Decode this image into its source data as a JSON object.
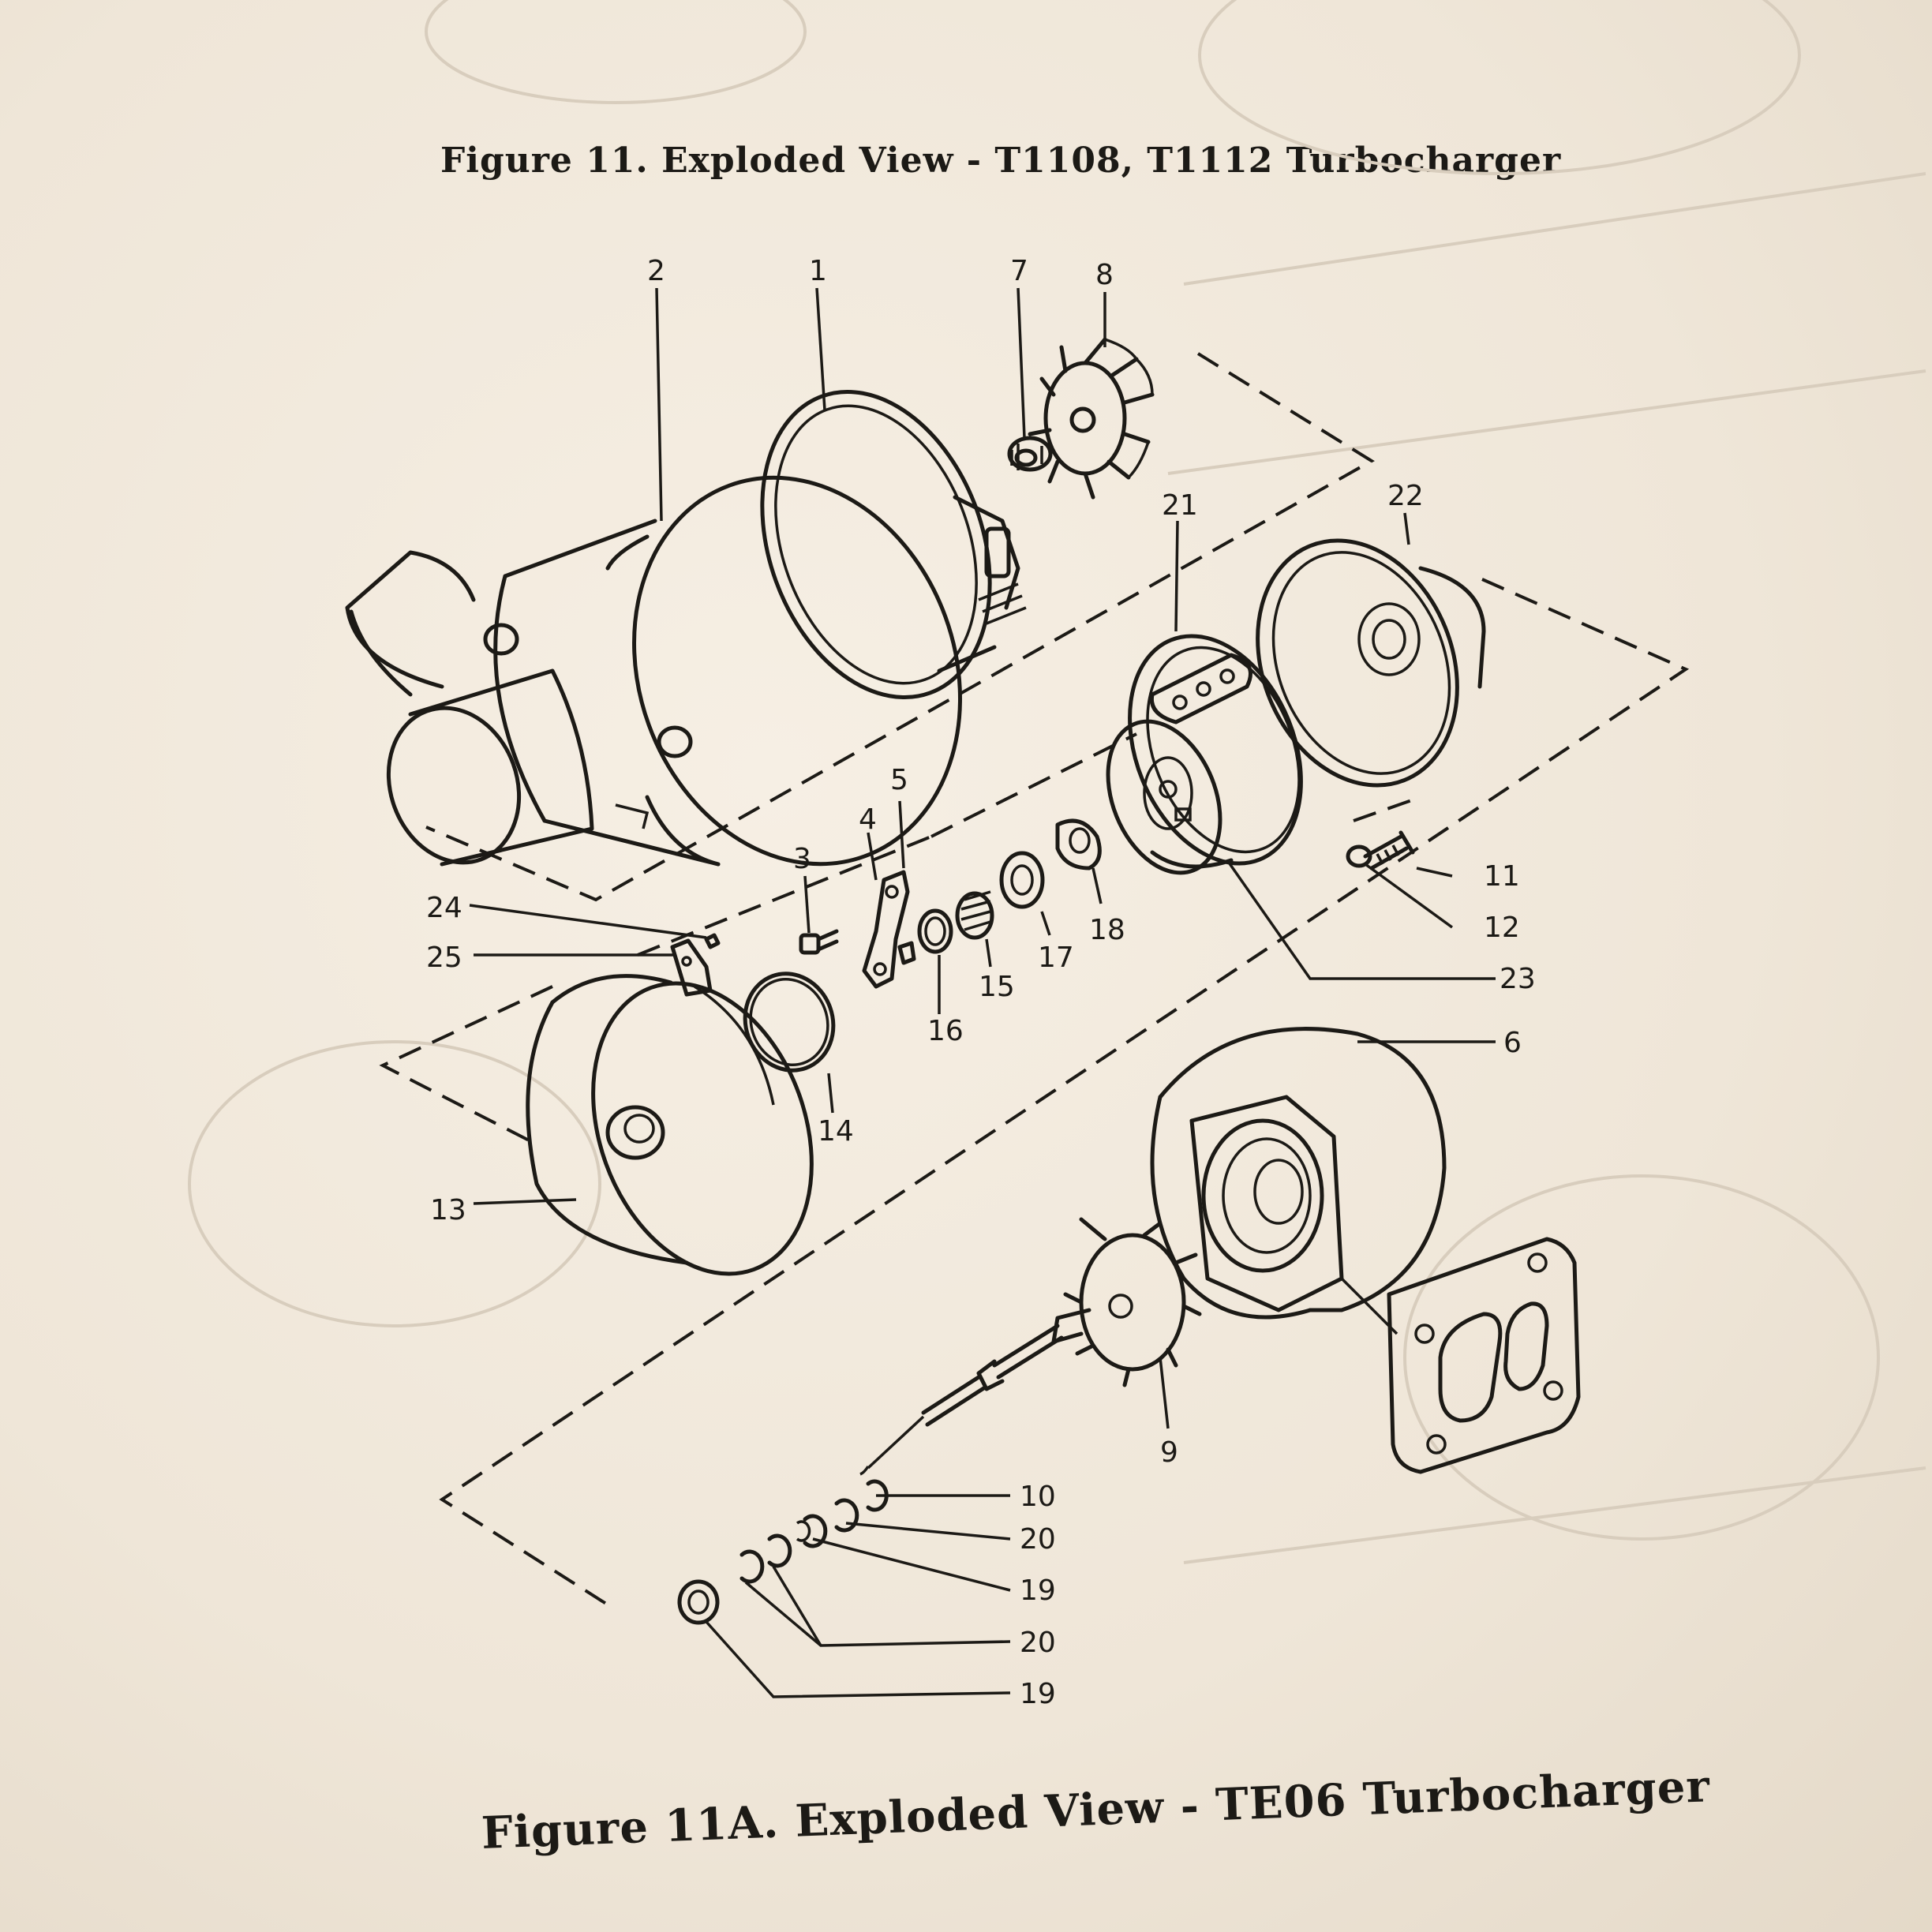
{
  "captions": {
    "top": "Figure 11. Exploded View - T1108, T1112 Turbocharger",
    "bottom": "Figure 11A. Exploded View - TE06 Turbocharger"
  },
  "callouts": {
    "c1": "1",
    "c2": "2",
    "c3": "3",
    "c4": "4",
    "c5": "5",
    "c6": "6",
    "c7": "7",
    "c8": "8",
    "c9": "9",
    "c10": "10",
    "c11": "11",
    "c12": "12",
    "c13": "13",
    "c14": "14",
    "c15": "15",
    "c16": "16",
    "c17": "17",
    "c18": "18",
    "c19a": "19",
    "c19b": "19",
    "c20a": "20",
    "c20b": "20",
    "c21": "21",
    "c22": "22",
    "c23": "23",
    "c24": "24",
    "c25": "25"
  }
}
